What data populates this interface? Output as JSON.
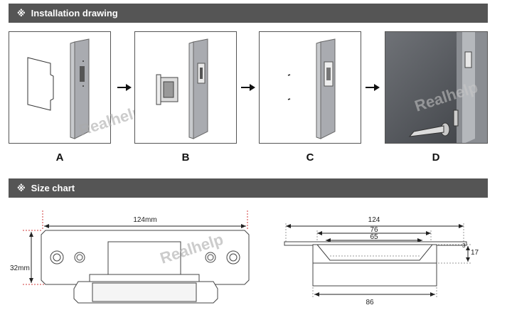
{
  "sections": {
    "installation": {
      "mark": "※",
      "title": "Installation drawing"
    },
    "size": {
      "mark": "※",
      "title": "Size chart"
    }
  },
  "steps": [
    {
      "label": "A"
    },
    {
      "label": "B"
    },
    {
      "label": "C"
    },
    {
      "label": "D"
    }
  ],
  "watermark": "Realhelp",
  "dimensions": {
    "front": {
      "width": "124mm",
      "height": "32mm"
    },
    "side": {
      "total": "124",
      "mid": "76",
      "inner": "65",
      "bottom": "86",
      "height": "17",
      "lip": "3"
    }
  },
  "colors": {
    "bar": "#555555",
    "frame": "#a9abb0",
    "dim_line": "#222222",
    "dash_red": "#d23b3b"
  }
}
